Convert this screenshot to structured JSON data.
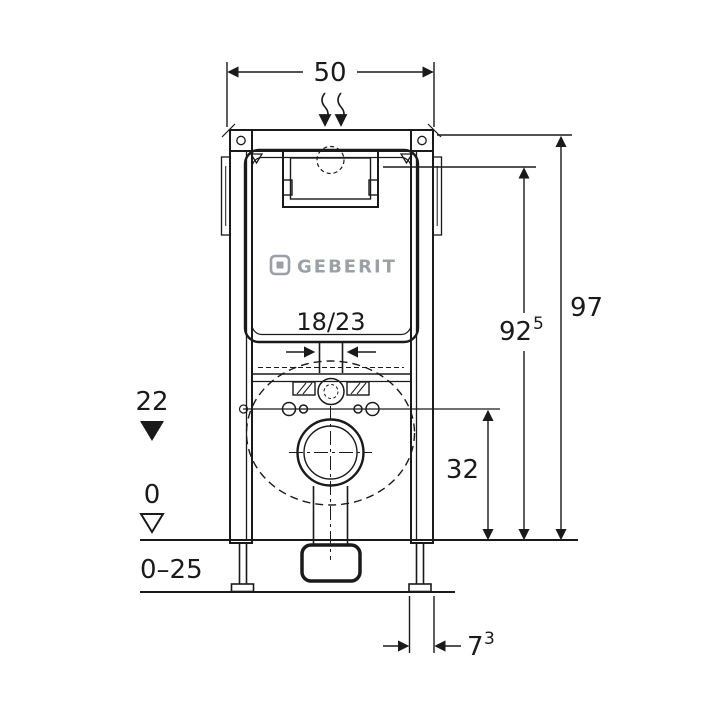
{
  "brand": {
    "logo": "GEBERIT"
  },
  "labels": {
    "top_width": "50",
    "total_height": "97",
    "actuation_height": "92",
    "actuation_height_sup": "5",
    "outlet_height": "32",
    "flush_inlet_height": "22",
    "floor_zero": "0",
    "floor_range": "0–25",
    "pipe_offset": "7",
    "pipe_offset_sup": "3",
    "flush_pipe_dia": "18/23"
  },
  "colors": {
    "line": "#1a1a1a",
    "logo_gray": "#9aa0a6",
    "background": "#ffffff"
  }
}
